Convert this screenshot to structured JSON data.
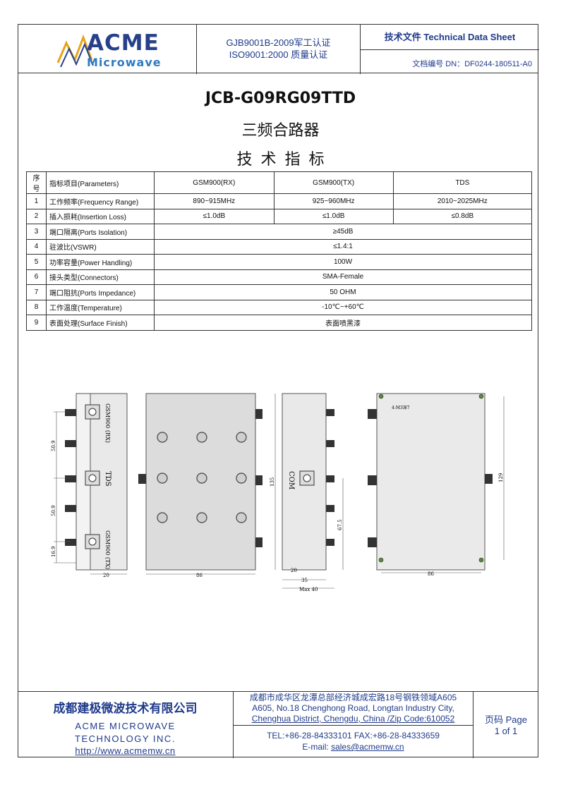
{
  "header": {
    "logo_main": "ACME",
    "logo_sub": "Microwave",
    "cert_line1": "GJB9001B-2009军工认证",
    "cert_line2": "ISO9001:2000 质量认证",
    "doc_type": "技术文件  Technical Data Sheet",
    "doc_number": "文档编号 DN：DF0244-180511-A0"
  },
  "title": {
    "model": "JCB-G09RG09TTD",
    "product": "三频合路器",
    "section": "技术指标"
  },
  "spec_table": {
    "header": [
      "序号",
      "指标项目(Parameters)",
      "GSM900(RX)",
      "GSM900(TX)",
      "TDS"
    ],
    "rows": [
      {
        "idx": "1",
        "param": "工作频率(Frequency Range)",
        "v1": "890~915MHz",
        "v2": "925~960MHz",
        "v3": "2010~2025MHz"
      },
      {
        "idx": "2",
        "param": "插入损耗(Insertion Loss)",
        "v1": "≤1.0dB",
        "v2": "≤1.0dB",
        "v3": "≤0.8dB"
      },
      {
        "idx": "3",
        "param": "端口隔离(Ports Isolation)",
        "span": "≥45dB"
      },
      {
        "idx": "4",
        "param": "驻波比(VSWR)",
        "span": "≤1.4:1"
      },
      {
        "idx": "5",
        "param": "功率容量(Power Handling)",
        "span": "100W"
      },
      {
        "idx": "6",
        "param": "接头类型(Connectors)",
        "span": "SMA-Female"
      },
      {
        "idx": "7",
        "param": "端口阻抗(Ports Impedance)",
        "span": "50 OHM"
      },
      {
        "idx": "8",
        "param": "工作温度(Temperature)",
        "span": "-10℃~+60℃"
      },
      {
        "idx": "9",
        "param": "表面处理(Surface Finish)",
        "span": "表面喷黑漆"
      }
    ]
  },
  "drawing": {
    "port_rx": "GSM900 (RX)",
    "port_tds": "TDS",
    "port_tx": "GSM900 (TX)",
    "port_com": "COM",
    "dim_50_9a": "50.9",
    "dim_50_9b": "50.9",
    "dim_16_9": "16.9",
    "dim_20a": "20",
    "dim_86a": "86",
    "dim_135": "135",
    "dim_20b": "20",
    "dim_35": "35",
    "dim_max40": "Max 40",
    "dim_67_5": "67.5",
    "dim_86b": "86",
    "dim_129": "129",
    "dim_holes": "4-M3深7"
  },
  "footer": {
    "company_cn": "成都建极微波技术有限公司",
    "company_en1": "ACME MICROWAVE",
    "company_en2": "TECHNOLOGY INC.",
    "url": "http://www.acmemw.cn",
    "addr_cn": "成都市成华区龙潭总部经济城成宏路18号钢铁领域A605",
    "addr_en1": "A605, No.18 Chenghong Road, Longtan Industry City,",
    "addr_en2": "Chenghua District, Chengdu, China /Zip Code:610052",
    "tel_fax": "TEL:+86-28-84333101    FAX:+86-28-84333659",
    "email_label": "E-mail: ",
    "email": "sales@acmemw.cn",
    "page_label": "页码  Page",
    "page_num": "1 of 1"
  }
}
